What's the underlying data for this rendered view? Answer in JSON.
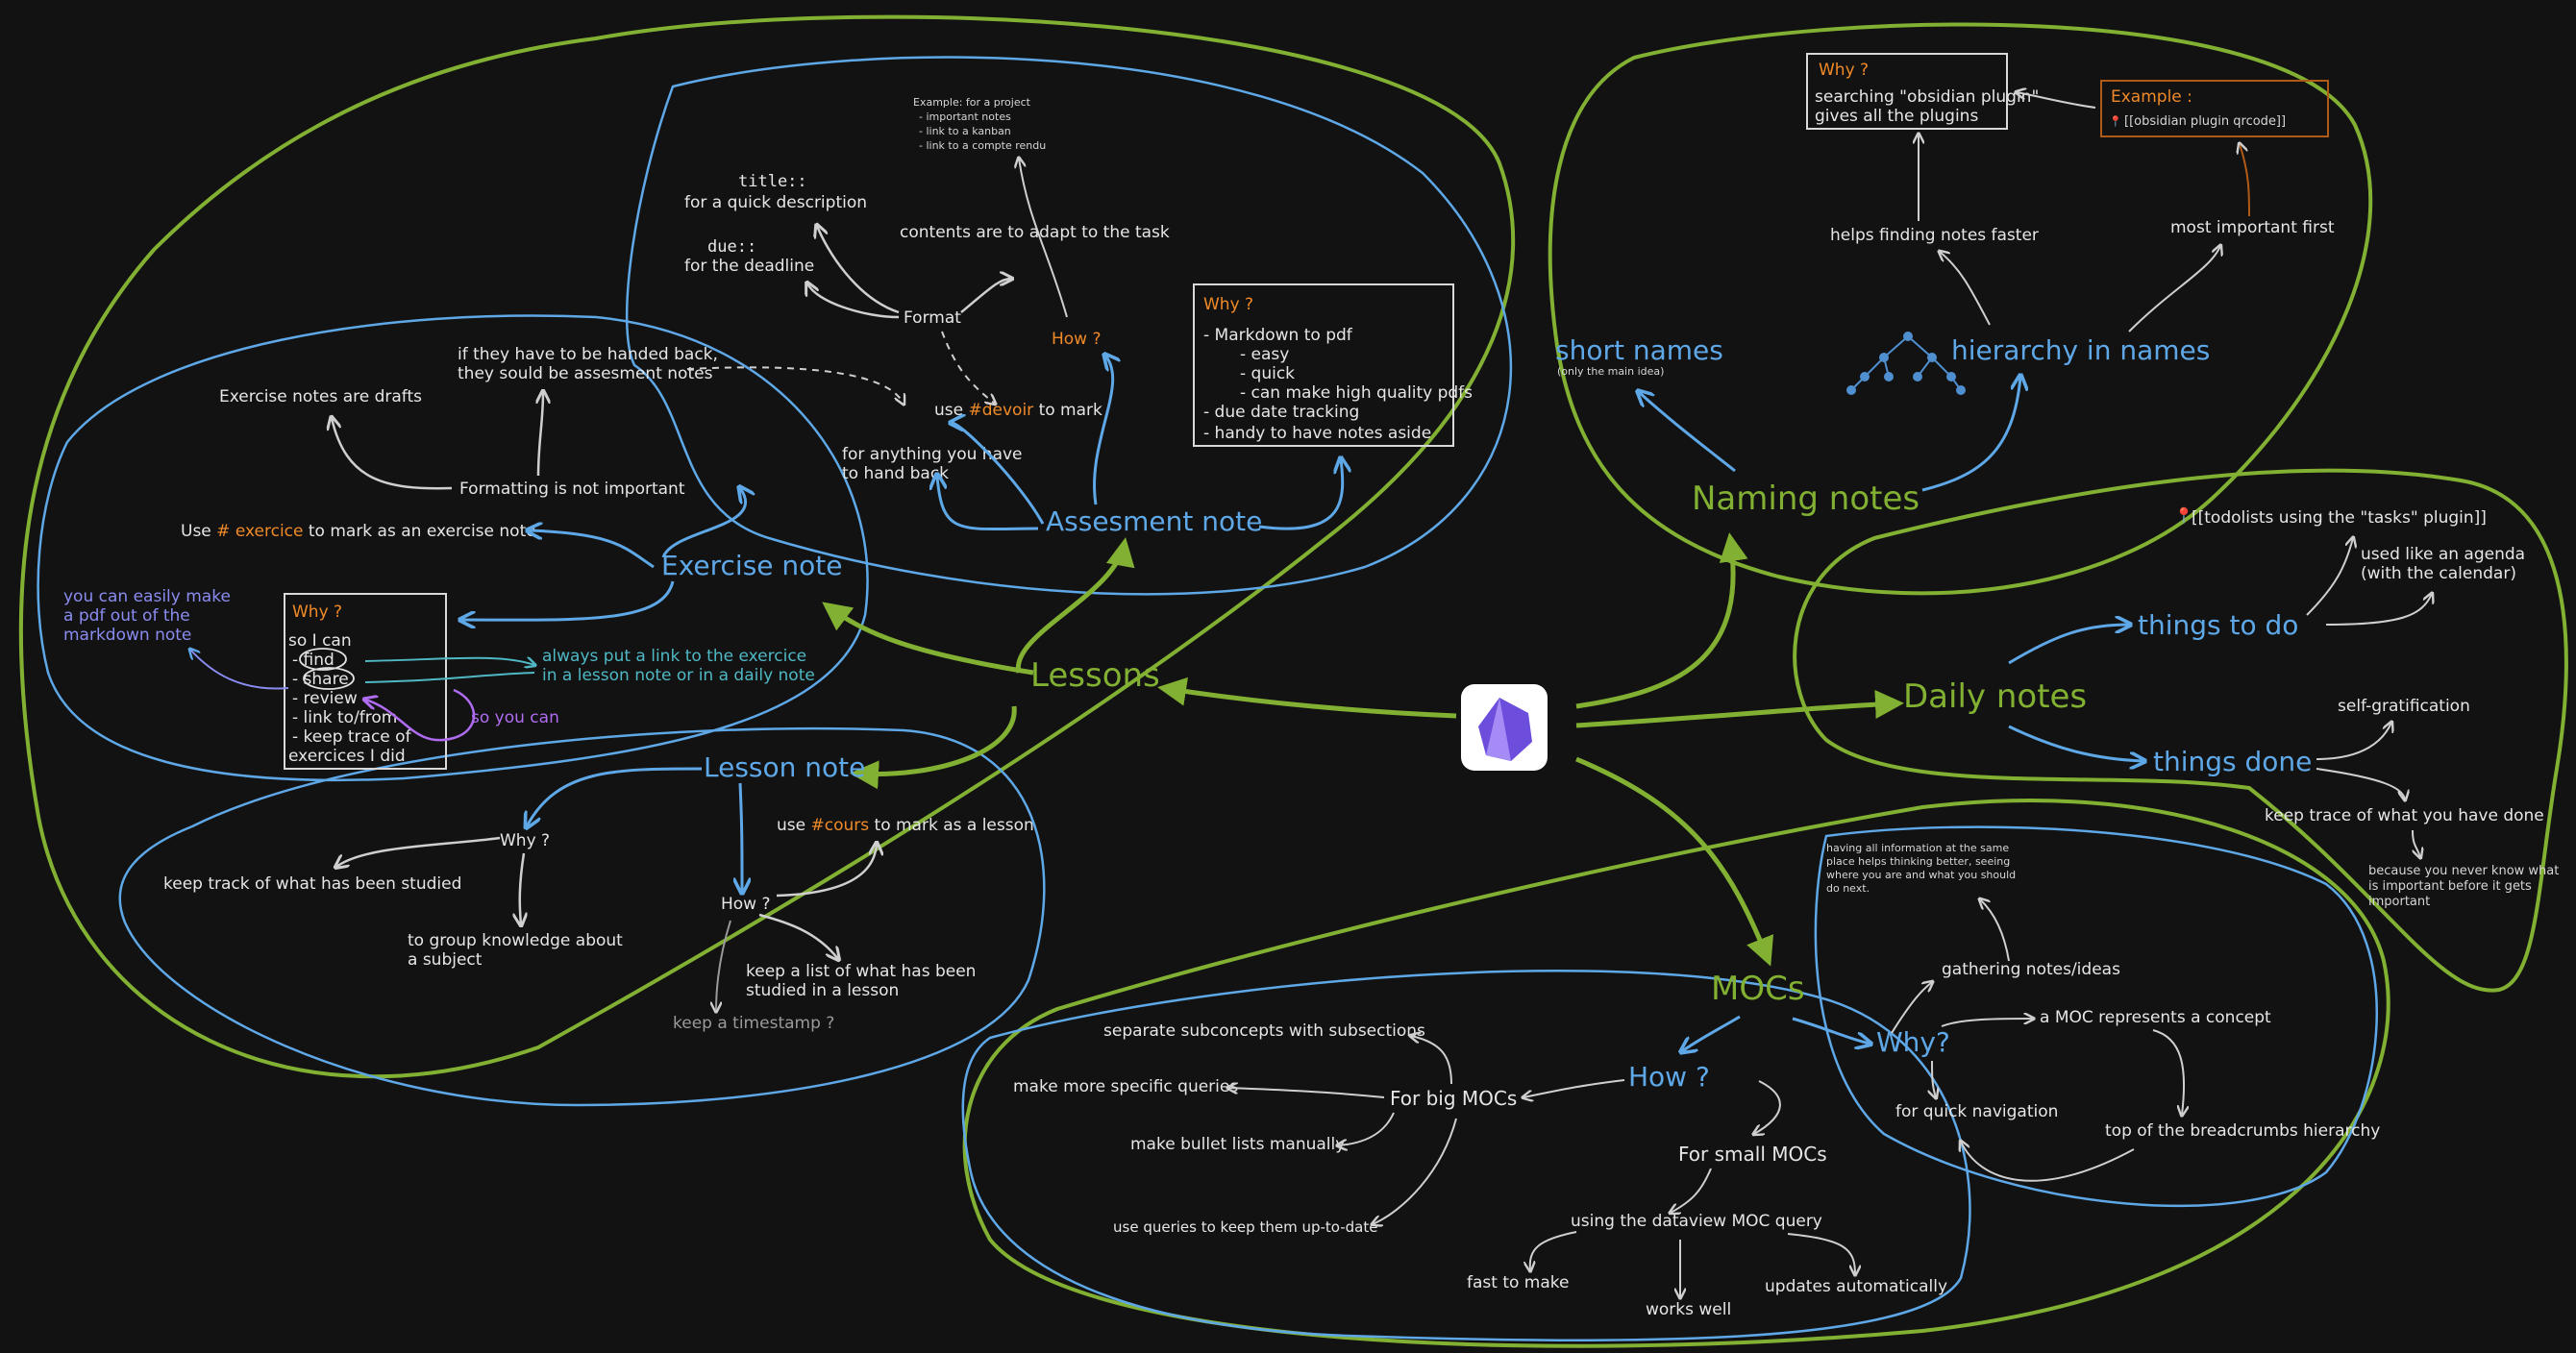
{
  "center": {
    "icon": "obsidian-logo"
  },
  "lessons": {
    "title": "Lessons",
    "assesment": {
      "title": "Assesment note",
      "format": "Format",
      "title_field": "title::",
      "title_desc": "for a quick description",
      "due_field": "due::",
      "due_desc": "for the deadline",
      "contents": "contents are to adapt to the task",
      "example_lines": [
        "Example: for a project",
        "- important notes",
        "- link to a kanban",
        "- link to a compte rendu"
      ],
      "how": "How ?",
      "use_pre": "use ",
      "use_tag": "#devoir",
      "use_post": " to mark",
      "handback_1": "for anything you have",
      "handback_2": "to hand back",
      "why_title": "Why ?",
      "why_lines": [
        "- Markdown to pdf",
        "- easy",
        "- quick",
        "- can make high quality pdfs",
        "- due date tracking",
        "- handy to have notes aside"
      ]
    },
    "exercise": {
      "title": "Exercise note",
      "drafts": "Exercise notes are drafts",
      "handed_1": "if they have to be handed back,",
      "handed_2": "they sould be assesment notes",
      "formatting": "Formatting is not important",
      "use_pre": "Use ",
      "use_tag": "# exercice",
      "use_post": " to mark as an exercise note",
      "pdf_1": "you can easily make",
      "pdf_2": "a pdf out of the",
      "pdf_3": "markdown note",
      "why_title": "Why ?",
      "why_lines": [
        "so I can",
        "- find",
        "- share",
        "- review",
        "- link to/from",
        "- keep trace of",
        "exercices I did"
      ],
      "link_1": "always put a link to the exercice",
      "link_2": "in a lesson note or in a daily note",
      "so_you_can": "so you can"
    },
    "lesson_note": {
      "title": "Lesson note",
      "why": "Why ?",
      "track": "keep track of what has been studied",
      "group_1": "to group knowledge about",
      "group_2": "a subject",
      "how": "How ?",
      "use_pre": "use ",
      "use_tag": "#cours",
      "use_post": " to mark as a lesson",
      "list_1": "keep a list of what has been",
      "list_2": "studied in a lesson",
      "timestamp": "keep a timestamp ?"
    }
  },
  "naming": {
    "title": "Naming notes",
    "short": "short names",
    "short_sub": "(only the main idea)",
    "hierarchy": "hierarchy in names",
    "finding": "helps finding notes faster",
    "most_important": "most important first",
    "why_title": "Why ?",
    "why_1": "searching \"obsidian plugin\"",
    "why_2": "gives all the plugins",
    "example_title": "Example :",
    "example_link": "[[obsidian plugin qrcode]]"
  },
  "daily": {
    "title": "Daily notes",
    "todo": "things to do",
    "todo_link": "[[todolists using the \"tasks\" plugin]]",
    "agenda_1": "used like an agenda",
    "agenda_2": "(with the calendar)",
    "done": "things done",
    "selfgrat": "self-gratification",
    "trace": "keep trace of what you have done",
    "because_1": "because you never know what",
    "because_2": "is important before it gets",
    "because_3": "important"
  },
  "mocs": {
    "title": "MOCs",
    "why": "Why?",
    "having_1": "having all information at the same",
    "having_2": "place helps thinking better, seeing",
    "having_3": "where you are and what you should",
    "having_4": "do next.",
    "gathering": "gathering notes/ideas",
    "concept": "a MOC represents a concept",
    "navigation": "for quick navigation",
    "breadcrumbs": "top of the breadcrumbs hierarchy",
    "how": "How ?",
    "big": "For big MOCs",
    "separate": "separate subconcepts with subsections",
    "specific": "make more specific queries",
    "bullets": "make bullet lists manually",
    "queries": "use queries to keep them up-to-date",
    "small": "For small MOCs",
    "dataview": "using the dataview MOC query",
    "fast": "fast to make",
    "works": "works well",
    "updates": "updates automatically"
  },
  "colors": {
    "background": "#121212",
    "green": "#82b032",
    "blue": "#5fa8e8",
    "orange": "#f08a28",
    "purple": "#b06cf0",
    "white": "#e6e6e6"
  }
}
